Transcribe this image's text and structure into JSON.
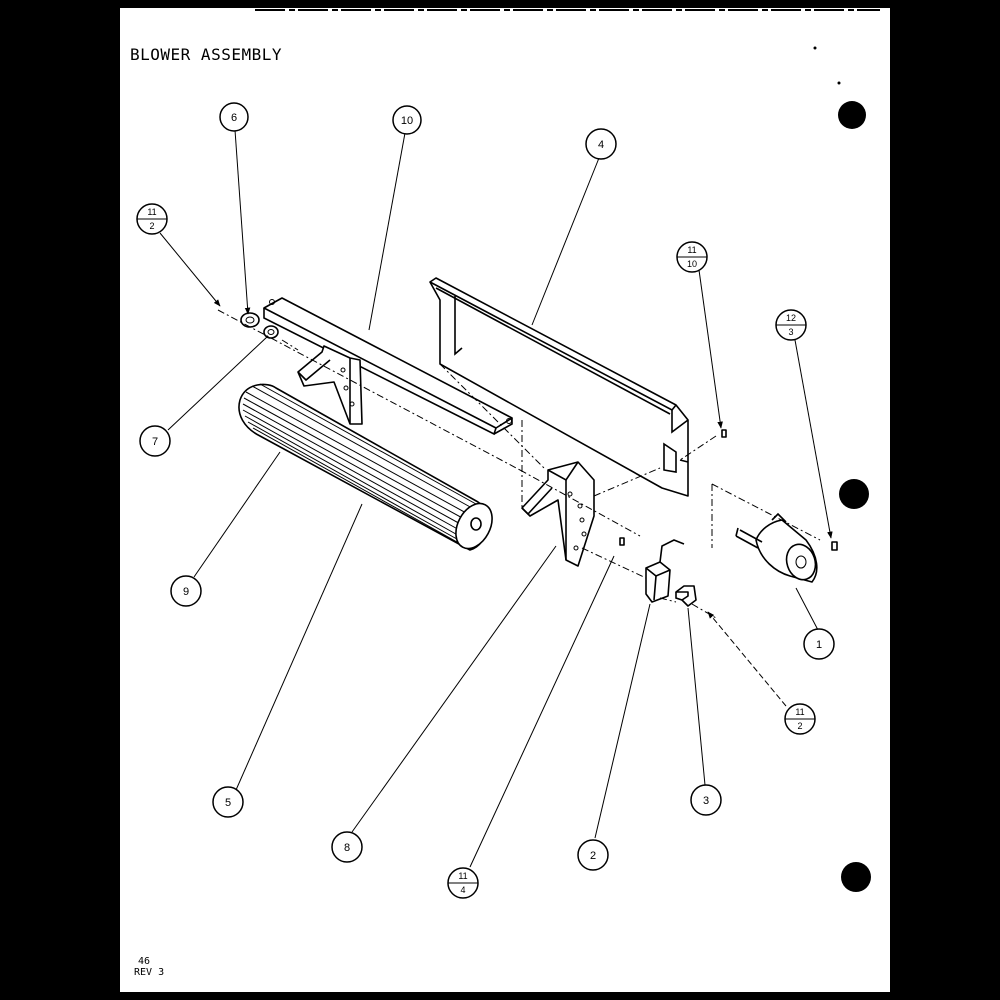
{
  "title": "BLOWER ASSEMBLY",
  "footer": {
    "page": "46",
    "revision": "REV 3"
  },
  "callouts": {
    "c6": "6",
    "c10": "10",
    "c4": "4",
    "c11_2_top": {
      "top": "11",
      "bottom": "2"
    },
    "c11_10": {
      "top": "11",
      "bottom": "10"
    },
    "c12_3": {
      "top": "12",
      "bottom": "3"
    },
    "c7": "7",
    "c9": "9",
    "c1": "1",
    "c11_2_right": {
      "top": "11",
      "bottom": "2"
    },
    "c5": "5",
    "c3": "3",
    "c8": "8",
    "c2": "2",
    "c11_4": {
      "top": "11",
      "bottom": "4"
    }
  }
}
